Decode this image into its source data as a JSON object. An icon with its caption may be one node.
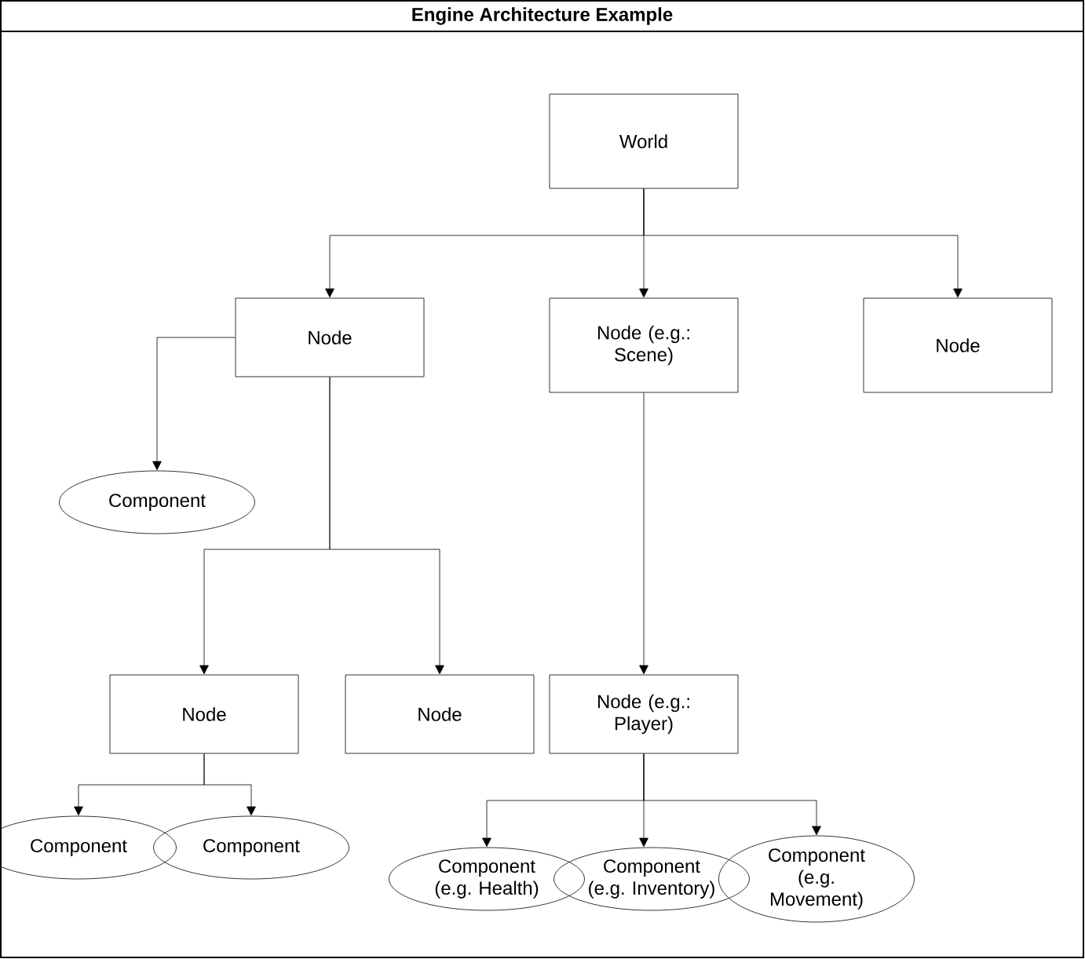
{
  "diagram": {
    "title": "Engine Architecture Example",
    "nodes": [
      {
        "text": [
          "World"
        ]
      },
      {
        "text": [
          "Node"
        ]
      },
      {
        "text": [
          "Node (e.g.: Scene)"
        ]
      },
      {
        "text": [
          "Node"
        ]
      },
      {
        "text": [
          "Component"
        ]
      },
      {
        "text": [
          "Node"
        ]
      },
      {
        "text": [
          "Node"
        ]
      },
      {
        "text": [
          "Node (e.g.: Player)"
        ]
      },
      {
        "text": [
          "Component"
        ]
      },
      {
        "text": [
          "Component"
        ]
      },
      {
        "text": [
          "Component (e.g. Health)"
        ]
      },
      {
        "text": [
          "Component (e.g. Inventory)"
        ]
      },
      {
        "text": [
          "Component (e.g. Movement)"
        ]
      }
    ],
    "edges": [
      {
        "from": 0,
        "to": 1,
        "arrow": "to"
      },
      {
        "from": 0,
        "to": 2,
        "arrow": "to"
      },
      {
        "from": 0,
        "to": 3,
        "arrow": "to"
      },
      {
        "from": 1,
        "to": 4,
        "arrow": "to"
      },
      {
        "from": 1,
        "to": 5,
        "arrow": "to"
      },
      {
        "from": 1,
        "to": 6,
        "arrow": "to"
      },
      {
        "from": 2,
        "to": 7,
        "arrow": "to"
      },
      {
        "from": 5,
        "to": 8,
        "arrow": "to"
      },
      {
        "from": 5,
        "to": 9,
        "arrow": "to"
      },
      {
        "from": 7,
        "to": 10,
        "arrow": "to"
      },
      {
        "from": 7,
        "to": 11,
        "arrow": "to"
      },
      {
        "from": 7,
        "to": 12,
        "arrow": "to"
      }
    ]
  }
}
